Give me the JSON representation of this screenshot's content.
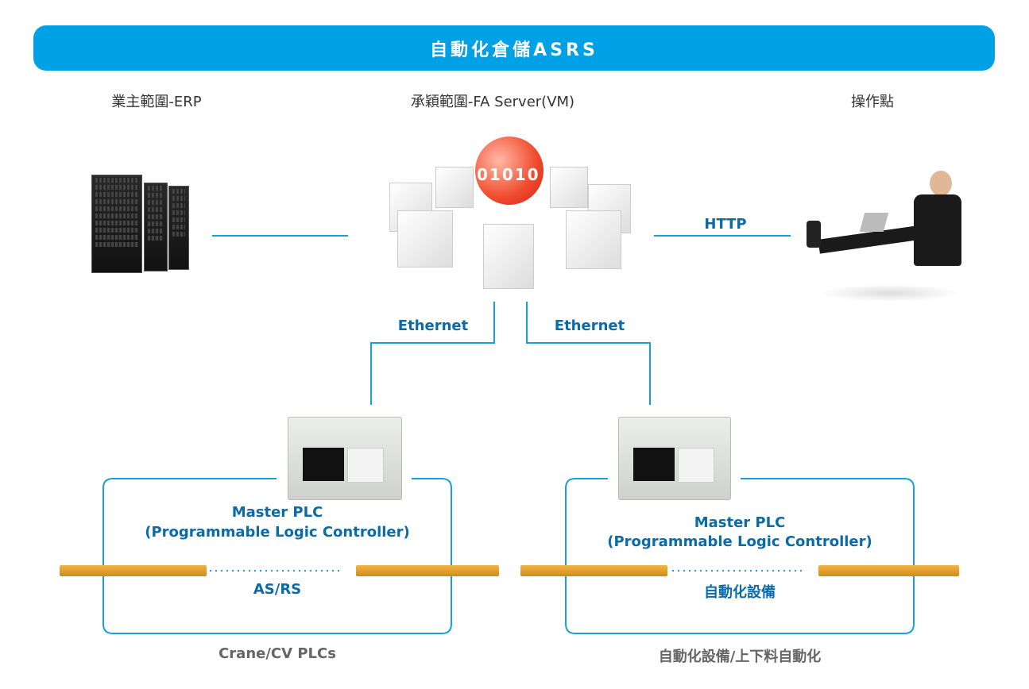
{
  "banner": {
    "title": "自動化倉儲ASRS",
    "color": "#00a0e6"
  },
  "headers": {
    "erp": "業主範圍-ERP",
    "fa_server": "承穎範圍-FA Server(VM)",
    "operator": "操作點"
  },
  "links": {
    "http": "HTTP",
    "ethernet_left": "Ethernet",
    "ethernet_right": "Ethernet"
  },
  "left_group": {
    "plc_line1": "Master PLC",
    "plc_line2": "(Programmable Logic Controller)",
    "system": "AS/RS",
    "caption": "Crane/CV PLCs"
  },
  "right_group": {
    "plc_line1": "Master PLC",
    "plc_line2": "(Programmable Logic Controller)",
    "system": "自動化設備",
    "caption": "自動化設備/上下料自動化"
  },
  "server_graphic": {
    "binary": "01010"
  },
  "colors": {
    "line": "#1a9ee0",
    "label_blue": "#0b6aa8",
    "caption_gray": "#666666"
  }
}
